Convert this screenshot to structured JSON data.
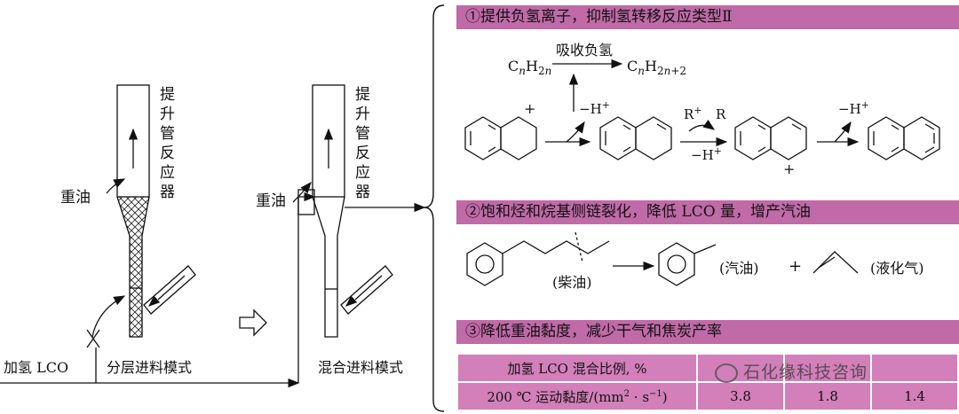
{
  "left": {
    "riser_label": "提升管反应器",
    "heavy_oil": "重油",
    "hydro_lco": "加氢 LCO",
    "layered_mode": "分层进料模式",
    "mixed_mode": "混合进料模式"
  },
  "sections": [
    {
      "title": "①提供负氢离子，抑制氢转移反应类型Ⅱ"
    },
    {
      "title": "②饱和烃和烷基侧链裂化，降低 LCO 量，增产汽油"
    },
    {
      "title": "③降低重油黏度，减少干气和焦炭产率"
    }
  ],
  "reaction1": {
    "absorb": "吸收负氢",
    "minus_h": "−H",
    "plus": "+",
    "r_plus": "R",
    "r": "R"
  },
  "reaction2": {
    "diesel": "(柴油)",
    "gasoline": "(汽油)",
    "plus_sign": "+",
    "lpg": "(液化气)"
  },
  "table": {
    "header_label": "加氢 LCO 混合比例, %",
    "row_label": "200 ℃ 运动黏度/(mm",
    "values": [
      "3.8",
      "1.8",
      "1.4"
    ]
  },
  "watermark": "石化缘科技咨询",
  "colors": {
    "bar": "#c06aa8",
    "table": "#d27fba"
  }
}
